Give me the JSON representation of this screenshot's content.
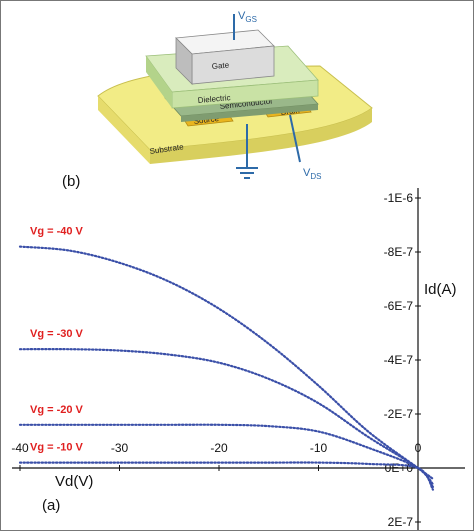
{
  "panel_b": {
    "label": "(b)",
    "gate": "Gate",
    "dielectric": "Dielectric",
    "semiconductor": "Semiconductor",
    "source": "Source",
    "drain": "Drain",
    "substrate": "Substrate",
    "v_gs": "V",
    "v_gs_sub": "GS",
    "v_ds": "V",
    "v_ds_sub": "DS",
    "colors": {
      "substrate": "#f2ec86",
      "dielectric": "#c9e2a5",
      "semiconductor": "#9ab88a",
      "electrode": "#e9b51f",
      "gate": "#dcdcdc",
      "wire": "#2d6aa8"
    }
  },
  "panel_a": {
    "label": "(a)",
    "chart_data": {
      "type": "line",
      "xlabel": "Vd(V)",
      "ylabel": "Id(A)",
      "xlim": [
        -40,
        2
      ],
      "ylim": [
        -1e-06,
        2e-07
      ],
      "y_inverted": true,
      "x_ticks": [
        -40,
        -30,
        -20,
        -10,
        0
      ],
      "x_tick_labels": [
        "-40",
        "-30",
        "-20",
        "-10",
        "0"
      ],
      "y_ticks": [
        -1e-06,
        -8e-07,
        -6e-07,
        -4e-07,
        -2e-07,
        0,
        2e-07
      ],
      "y_tick_labels": [
        "-1E-6",
        "-8E-7",
        "-6E-7",
        "-4E-7",
        "-2E-7",
        "0E+0",
        "2E-7"
      ],
      "line_color": "#3a4fa8",
      "line_style": "dotted",
      "series": [
        {
          "name": "Vg = -40 V",
          "x": [
            -40,
            -35,
            -30,
            -25,
            -20,
            -15,
            -10,
            -5,
            0,
            1.5
          ],
          "y": [
            -8.2e-07,
            -8.05e-07,
            -7.6e-07,
            -6.9e-07,
            -5.9e-07,
            -4.6e-07,
            -3.05e-07,
            -1.35e-07,
            0,
            4e-08
          ]
        },
        {
          "name": "Vg = -30 V",
          "x": [
            -40,
            -35,
            -30,
            -25,
            -20,
            -15,
            -10,
            -5,
            0,
            1.5
          ],
          "y": [
            -4.4e-07,
            -4.4e-07,
            -4.35e-07,
            -4.2e-07,
            -3.9e-07,
            -3.3e-07,
            -2.4e-07,
            -1.15e-07,
            0,
            6e-08
          ]
        },
        {
          "name": "Vg = -20 V",
          "x": [
            -40,
            -35,
            -30,
            -25,
            -20,
            -15,
            -10,
            -5,
            0,
            1.5
          ],
          "y": [
            -1.6e-07,
            -1.6e-07,
            -1.6e-07,
            -1.6e-07,
            -1.6e-07,
            -1.55e-07,
            -1.35e-07,
            -7.5e-08,
            0,
            7e-08
          ]
        },
        {
          "name": "Vg = -10 V",
          "x": [
            -40,
            -35,
            -30,
            -25,
            -20,
            -15,
            -10,
            -5,
            0,
            1.5
          ],
          "y": [
            -2e-08,
            -2e-08,
            -2e-08,
            -2e-08,
            -2e-08,
            -2e-08,
            -2e-08,
            -1.5e-08,
            0,
            8e-08
          ]
        }
      ]
    }
  }
}
